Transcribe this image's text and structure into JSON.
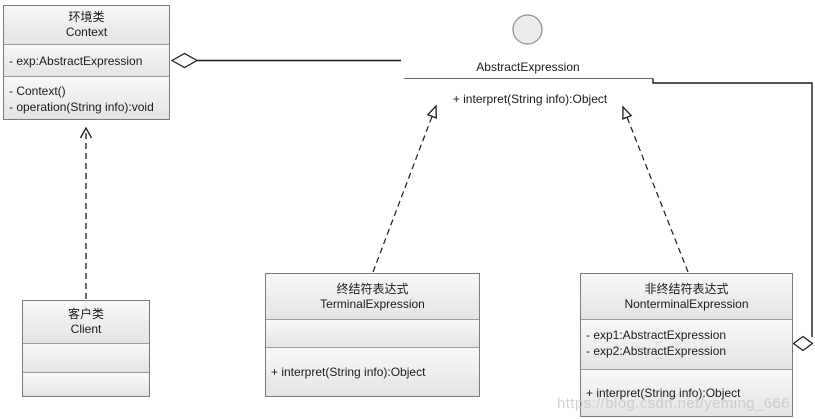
{
  "classes": {
    "context": {
      "name_cn": "环境类",
      "name_en": "Context",
      "attributes": [
        "- exp:AbstractExpression"
      ],
      "methods": [
        "- Context()",
        "- operation(String info):void"
      ]
    },
    "client": {
      "name_cn": "客户类",
      "name_en": "Client",
      "attributes": [],
      "methods": []
    },
    "terminal_expression": {
      "name_cn": "终结符表达式",
      "name_en": "TerminalExpression",
      "attributes": [],
      "methods": [
        "+ interpret(String info):Object"
      ]
    },
    "nonterminal_expression": {
      "name_cn": "非终结符表达式",
      "name_en": "NonterminalExpression",
      "attributes": [
        "- exp1:AbstractExpression",
        "- exp2:AbstractExpression"
      ],
      "methods": [
        "+ interpret(String info):Object"
      ]
    }
  },
  "interface": {
    "name": "AbstractExpression",
    "method": "+ interpret(String info):Object"
  },
  "relationships": {
    "context_interface": "aggregation",
    "nonterminal_interface": "aggregation",
    "client_context": "dependency",
    "terminal_interface": "realization",
    "nonterminal_realization": "realization"
  },
  "watermark": "https://blog.csdn.net/yeming_666",
  "colors": {
    "box_border": "#7b7b7b",
    "compartment_divider": "#9b9b9b",
    "box_fill_top": "#f8f8f8",
    "box_fill_bottom": "#e4e4e4",
    "line": "#1a1a1a",
    "interface_underline": "#666666",
    "lollipop_fill": "#ececec",
    "watermark_text": "#c7c7c7"
  }
}
